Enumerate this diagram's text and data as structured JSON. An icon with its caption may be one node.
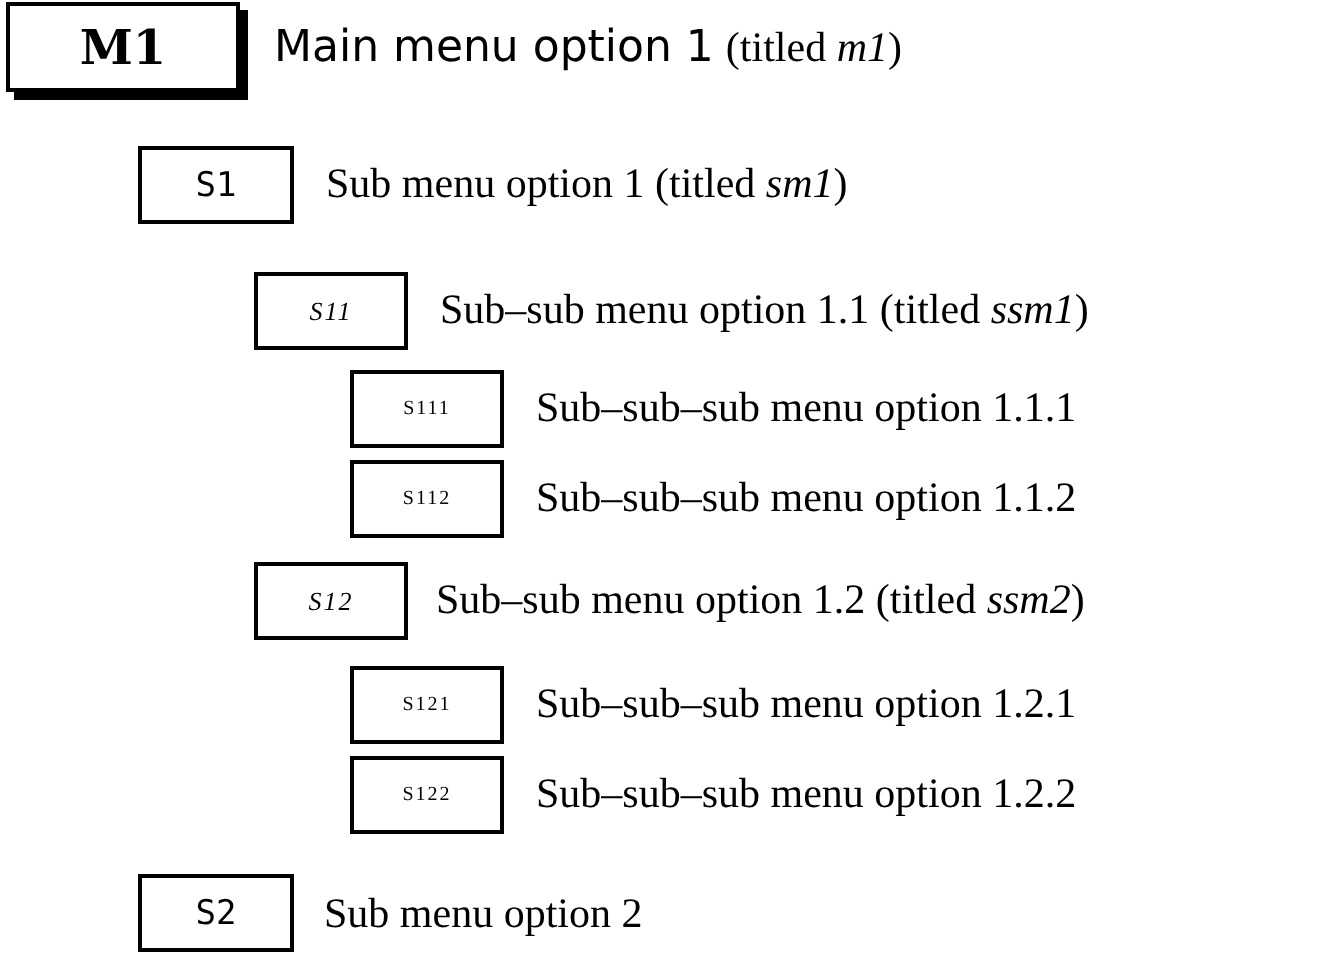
{
  "diagram": {
    "nodes": [
      {
        "text": [
          "M1"
        ],
        "beside": [
          "Main menu option 1",
          "(titled *m1*)"
        ]
      },
      {
        "text": [
          "S1"
        ],
        "beside": [
          "Sub menu option 1 (titled *sm1*)"
        ]
      },
      {
        "text": [
          "S11"
        ],
        "beside": [
          "Sub–sub menu option 1.1 (titled *ssm1*)"
        ]
      },
      {
        "text": [
          "S111"
        ],
        "beside": [
          "Sub–sub–sub menu option 1.1.1"
        ]
      },
      {
        "text": [
          "S112"
        ],
        "beside": [
          "Sub–sub–sub menu option 1.1.2"
        ]
      },
      {
        "text": [
          "S12"
        ],
        "beside": [
          "Sub–sub menu option 1.2 (titled *ssm2*)"
        ]
      },
      {
        "text": [
          "S121"
        ],
        "beside": [
          "Sub–sub–sub menu option 1.2.1"
        ]
      },
      {
        "text": [
          "S122"
        ],
        "beside": [
          "Sub–sub–sub menu option 1.2.2"
        ]
      },
      {
        "text": [
          "S2"
        ],
        "beside": [
          "Sub menu option 2"
        ]
      }
    ]
  }
}
